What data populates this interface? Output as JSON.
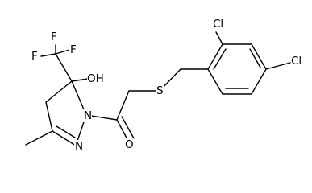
{
  "molecule": {
    "atom_labels": {
      "f1": "F",
      "f2": "F",
      "f3": "F",
      "hydroxyl": "OH",
      "n1": "N",
      "n2": "N",
      "carbonyl_o": "O",
      "sulfur": "S",
      "cl_top": "Cl",
      "cl_right": "Cl"
    }
  }
}
